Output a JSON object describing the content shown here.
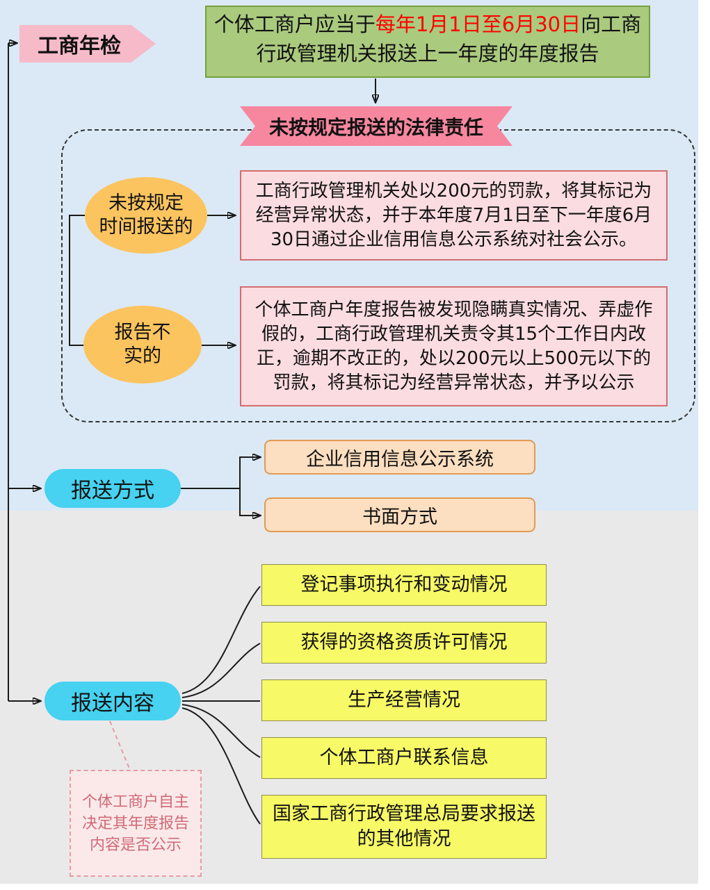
{
  "root": {
    "title": "工商年检"
  },
  "intro": {
    "prefix": "个体工商户应当于",
    "highlight": "每年1月1日至6月30日",
    "suffix": "向工商行政管理机关报送上一年度的年度报告"
  },
  "legal": {
    "banner": "未按规定报送的法律责任",
    "cases": [
      {
        "label": "未按规定\n时间报送的",
        "detail": "工商行政管理机关处以200元的罚款，将其标记为经营异常状态，并于本年度7月1日至下一年度6月30日通过企业信用信息公示系统对社会公示。"
      },
      {
        "label": "报告不\n实的",
        "detail": "个体工商户年度报告被发现隐瞒真实情况、弄虚作假的，工商行政管理机关责令其15个工作日内改正，逾期不改正的，处以200元以上500元以下的罚款，将其标记为经营异常状态，并予以公示"
      }
    ]
  },
  "methods": {
    "label": "报送方式",
    "options": [
      "企业信用信息公示系统",
      "书面方式"
    ]
  },
  "contents": {
    "label": "报送内容",
    "items": [
      "登记事项执行和变动情况",
      "获得的资格资质许可情况",
      "生产经营情况",
      "个体工商户联系信息",
      "国家工商行政管理总局要求报送的其他情况"
    ],
    "note": "个体工商户自主决定其年度报告内容是否公示"
  },
  "colors": {
    "background_top": "#dbe9f6",
    "background_bottom": "#e9e9e9",
    "root_banner": "#f6bac9",
    "intro_box": "#aaca7e",
    "intro_highlight_text": "#ff0000",
    "ribbon": "#f7879f",
    "case_ellipse": "#fcc45f",
    "case_detail_box": "#fbdce0",
    "branch_node": "#46d2f0",
    "method_box": "#fcdfc0",
    "content_box": "#f7f966",
    "note_accent": "#d06a76"
  }
}
